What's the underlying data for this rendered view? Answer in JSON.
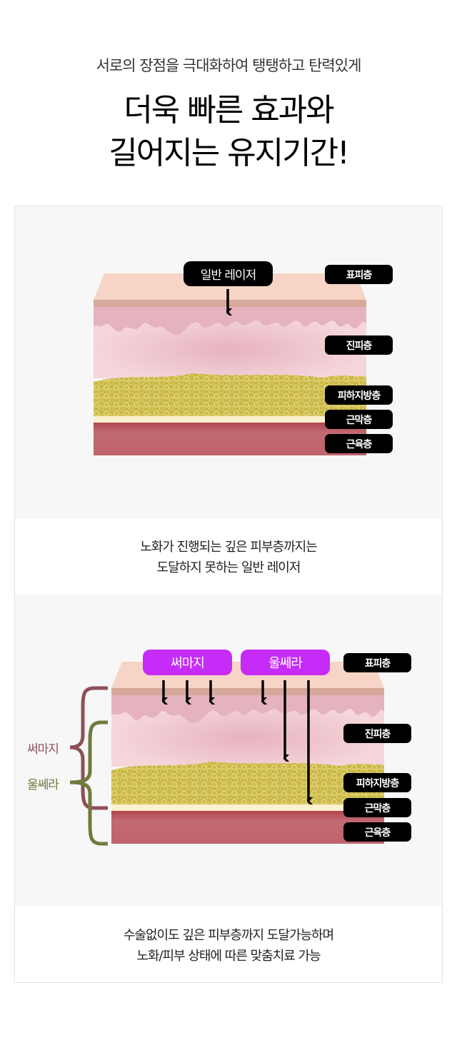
{
  "header": {
    "subtitle": "서로의 장점을 극대화하여 탱탱하고 탄력있게",
    "title_line1": "더욱 빠른 효과와",
    "title_line2": "길어지는 유지기간!"
  },
  "layers": [
    "표피층",
    "진피층",
    "피하지방층",
    "근막층",
    "근육층"
  ],
  "diagram1": {
    "laser_label": "일반 레이저",
    "caption_line1": "노화가 진행되는 깊은 피부층까지는",
    "caption_line2": "도달하지 못하는 일반 레이저"
  },
  "diagram2": {
    "thermage_label": "써마지",
    "ulthera_label": "울쎄라",
    "bracket_thermage": "써마지",
    "bracket_ulthera": "울쎄라",
    "caption_line1": "수술없이도 깊은 피부층까지 도달가능하며",
    "caption_line2": "노화/피부 상태에 따른 맞춤치료 가능"
  },
  "colors": {
    "pill": "#c62cf7",
    "thermage_bracket": "#8e5058",
    "ulthera_bracket": "#6f7a3c"
  }
}
